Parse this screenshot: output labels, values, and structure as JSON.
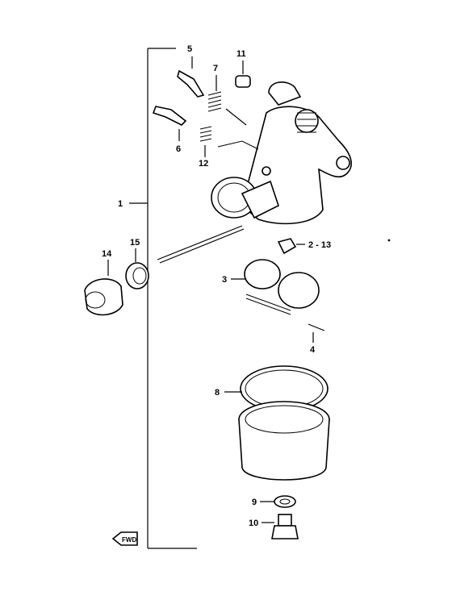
{
  "diagram": {
    "callouts": {
      "c1": "1",
      "c2_13": "2 - 13",
      "c3": "3",
      "c4": "4",
      "c5": "5",
      "c6": "6",
      "c7": "7",
      "c8": "8",
      "c9": "9",
      "c10": "10",
      "c11": "11",
      "c12": "12",
      "c14": "14",
      "c15": "15"
    },
    "fwd_label": "FWD"
  }
}
